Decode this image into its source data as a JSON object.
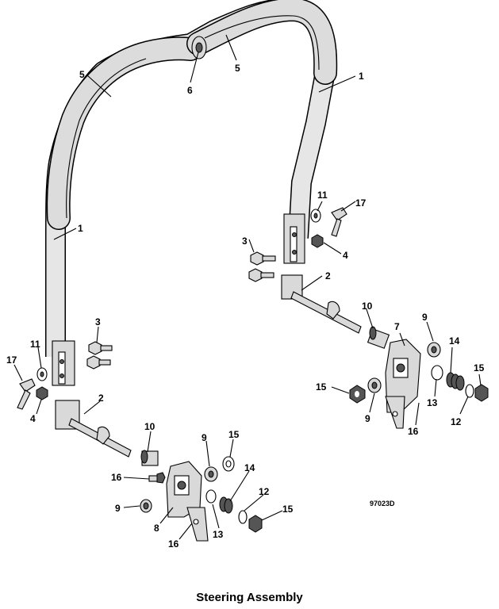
{
  "figure_code": "97023D",
  "caption": "Steering Assembly",
  "callouts": [
    {
      "id": "c5a",
      "text": "5"
    },
    {
      "id": "c6",
      "text": "6"
    },
    {
      "id": "c5b",
      "text": "5"
    },
    {
      "id": "c1a",
      "text": "1"
    },
    {
      "id": "c1b",
      "text": "1"
    },
    {
      "id": "c11a",
      "text": "11"
    },
    {
      "id": "c17a",
      "text": "17"
    },
    {
      "id": "c3a",
      "text": "3"
    },
    {
      "id": "c4a",
      "text": "4"
    },
    {
      "id": "c2a",
      "text": "2"
    },
    {
      "id": "c10a",
      "text": "10"
    },
    {
      "id": "c9a",
      "text": "9"
    },
    {
      "id": "c7",
      "text": "7"
    },
    {
      "id": "c14a",
      "text": "14"
    },
    {
      "id": "c15a",
      "text": "15"
    },
    {
      "id": "c15b",
      "text": "15"
    },
    {
      "id": "c9b",
      "text": "9"
    },
    {
      "id": "c13a",
      "text": "13"
    },
    {
      "id": "c16a",
      "text": "16"
    },
    {
      "id": "c12a",
      "text": "12"
    },
    {
      "id": "c3b",
      "text": "3"
    },
    {
      "id": "c11b",
      "text": "11"
    },
    {
      "id": "c17b",
      "text": "17"
    },
    {
      "id": "c4b",
      "text": "4"
    },
    {
      "id": "c2b",
      "text": "2"
    },
    {
      "id": "c10b",
      "text": "10"
    },
    {
      "id": "c9c",
      "text": "9"
    },
    {
      "id": "c15c",
      "text": "15"
    },
    {
      "id": "c16b",
      "text": "16"
    },
    {
      "id": "c14b",
      "text": "14"
    },
    {
      "id": "c9d",
      "text": "9"
    },
    {
      "id": "c12b",
      "text": "12"
    },
    {
      "id": "c15d",
      "text": "15"
    },
    {
      "id": "c8",
      "text": "8"
    },
    {
      "id": "c16c",
      "text": "16"
    },
    {
      "id": "c13b",
      "text": "13"
    }
  ]
}
